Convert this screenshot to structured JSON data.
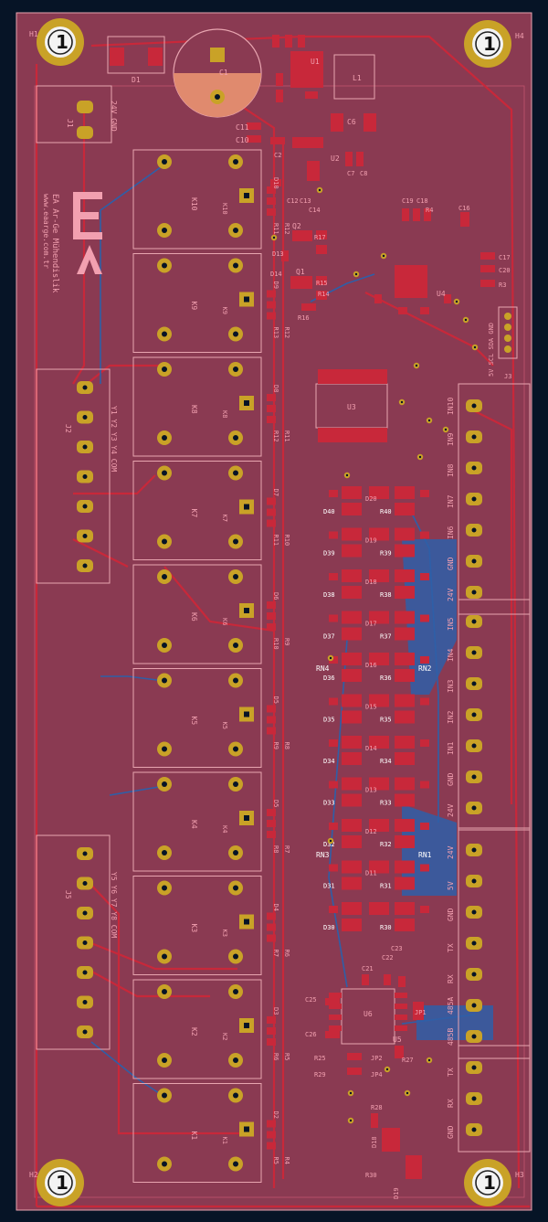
{
  "colors": {
    "background": "#061426",
    "board": "#8a3a52",
    "copper_top": "#c8283a",
    "copper_bottom": "#2e5fa8",
    "pad": "#c9a227",
    "silk": "#f2a0b0",
    "courtyard": "#e8a5b0"
  },
  "mounting_holes": [
    {
      "ref": "H1",
      "mark": "1"
    },
    {
      "ref": "H4",
      "mark": "1"
    },
    {
      "ref": "H2",
      "mark": "1"
    },
    {
      "ref": "H3",
      "mark": "1"
    }
  ],
  "relays": [
    {
      "ref": "K10",
      "diode": "D10",
      "r1": "R11",
      "r2": "R12"
    },
    {
      "ref": "K9",
      "diode": "D9",
      "r1": "R13",
      "r2": "R12"
    },
    {
      "ref": "K8",
      "diode": "D8",
      "r1": "R12",
      "r2": "R11"
    },
    {
      "ref": "K7",
      "diode": "D7",
      "r1": "R11",
      "r2": "R10"
    },
    {
      "ref": "K6",
      "diode": "D6",
      "r1": "R10",
      "r2": "R9"
    },
    {
      "ref": "K5",
      "diode": "D5",
      "r1": "R9",
      "r2": "R8"
    },
    {
      "ref": "K4",
      "diode": "D5",
      "r1": "R8",
      "r2": "R7"
    },
    {
      "ref": "K3",
      "diode": "D4",
      "r1": "R7",
      "r2": "R6"
    },
    {
      "ref": "K2",
      "diode": "D3",
      "r1": "R6",
      "r2": "R5"
    },
    {
      "ref": "K1",
      "diode": "D2",
      "r1": "R5",
      "r2": "R4"
    }
  ],
  "top_parts": {
    "diode": "D1",
    "cap": "C1",
    "conn": "J1",
    "power_label": "24V GND",
    "u1": "U1",
    "l1": "L1",
    "c6": "C6",
    "c11": "C11",
    "c10": "C10",
    "u2": "U2",
    "c7": "C7",
    "c8": "C8"
  },
  "mid_parts": {
    "q2": "Q2",
    "q1": "Q1",
    "r17": "R17",
    "r15": "R15",
    "r16": "R16",
    "r14": "R14",
    "u3": "U3",
    "u4": "U4",
    "d13": "D13",
    "d14": "D14",
    "c19": "C19",
    "c18": "C18",
    "c16": "C16",
    "c17": "C17",
    "c20": "C20",
    "r3": "R3",
    "r4": "R4",
    "c12": "C12",
    "c13": "C13",
    "c14": "C14",
    "c2": "C2"
  },
  "logo": {
    "brand": "EA Ar-Ge Mühendislik",
    "url": "www.eaarge.com.tr"
  },
  "prog_header": {
    "ref": "J3",
    "label": "5V SCL SDA GND"
  },
  "left_terminals": {
    "upper": {
      "ref": "J2",
      "label": "Y1 Y2 Y3 Y4 COM",
      "pins": 7
    },
    "lower": {
      "ref": "J5",
      "label": "Y5 Y6 Y7 Y8 COM",
      "pins": 7
    }
  },
  "right_terminal_labels": [
    {
      "group": 1,
      "labels": [
        "IN10",
        "IN9",
        "IN8",
        "IN7",
        "IN6",
        "GND",
        "24V"
      ]
    },
    {
      "group": 2,
      "labels": [
        "IN5",
        "IN4",
        "IN3",
        "IN2",
        "IN1",
        "GND",
        "24V"
      ]
    },
    {
      "group": 3,
      "labels": [
        "24V",
        "5V",
        "GND",
        "TX",
        "RX",
        "485A",
        "485B"
      ]
    },
    {
      "group": 4,
      "labels": [
        "TX",
        "RX",
        "GND"
      ]
    }
  ],
  "input_rows": [
    {
      "d": "D40",
      "r": "R40"
    },
    {
      "d": "D39",
      "r": "R39"
    },
    {
      "d": "D38",
      "r": "R38"
    },
    {
      "d": "D37",
      "r": "R37"
    },
    {
      "d": "D36",
      "r": "R36"
    },
    {
      "d": "D35",
      "r": "R35"
    },
    {
      "d": "D34",
      "r": "R34"
    },
    {
      "d": "D33",
      "r": "R33"
    },
    {
      "d": "D32",
      "r": "R32"
    },
    {
      "d": "D31",
      "r": "R31"
    },
    {
      "d": "D30",
      "r": "R30"
    }
  ],
  "optos_left": [
    "D20",
    "D19",
    "D18",
    "D17",
    "D16",
    "D15",
    "D14",
    "D13",
    "D12",
    "D11"
  ],
  "rn_labels": {
    "rn4": "RN4",
    "rn2": "RN2",
    "rn3": "RN3",
    "rn1": "RN1"
  },
  "bottom_parts": {
    "u6": "U6",
    "u5": "U5",
    "c21": "C21",
    "c22": "C22",
    "c23": "C23",
    "c25": "C25",
    "c26": "C26",
    "r25": "R25",
    "r29": "R29",
    "r27": "R27",
    "jp1": "JP1",
    "jp2": "JP2",
    "jp4": "JP4",
    "r28": "R28",
    "d18": "D18",
    "r30": "R30",
    "d19": "D19"
  }
}
